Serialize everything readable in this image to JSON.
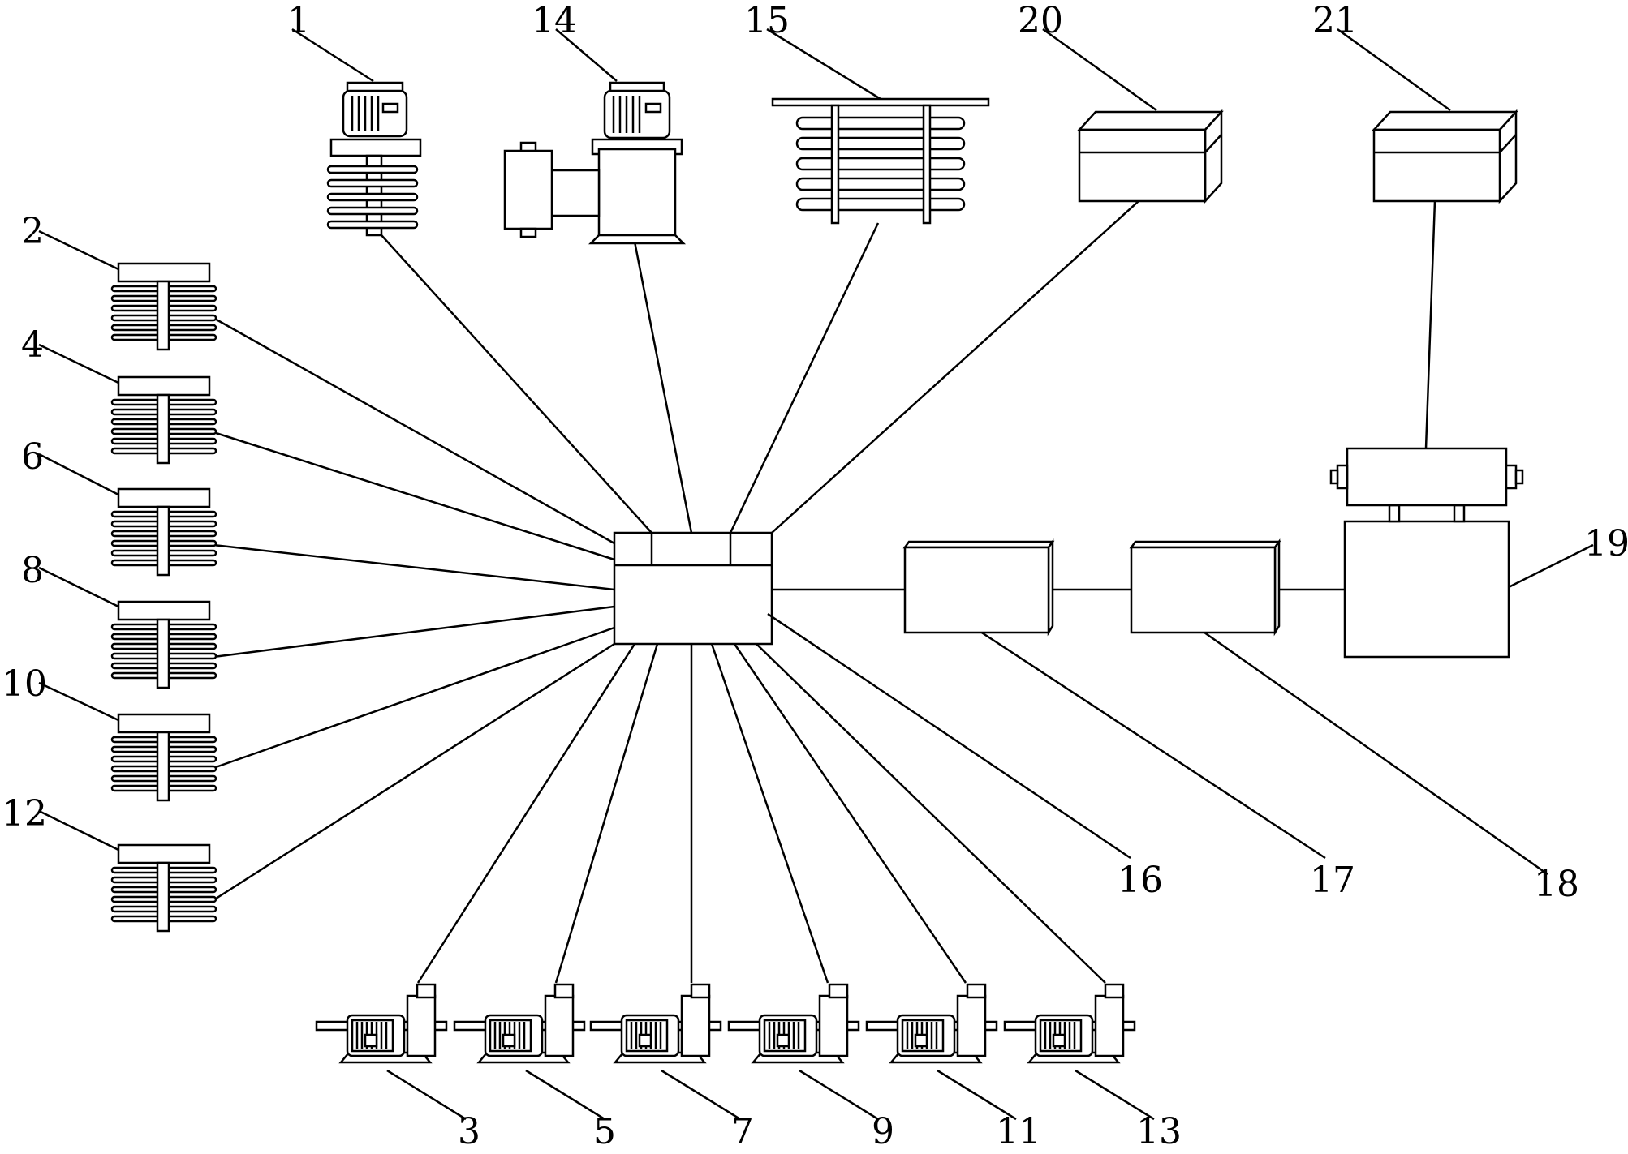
{
  "labels": {
    "n1": "1",
    "n2": "2",
    "n3": "3",
    "n4": "4",
    "n5": "5",
    "n6": "6",
    "n7": "7",
    "n8": "8",
    "n9": "9",
    "n10": "10",
    "n11": "11",
    "n12": "12",
    "n13": "13",
    "n14": "14",
    "n15": "15",
    "n16": "16",
    "n17": "17",
    "n18": "18",
    "n19": "19",
    "n20": "20",
    "n21": "21"
  },
  "colors": {
    "stroke": "#000000",
    "background": "#ffffff"
  }
}
